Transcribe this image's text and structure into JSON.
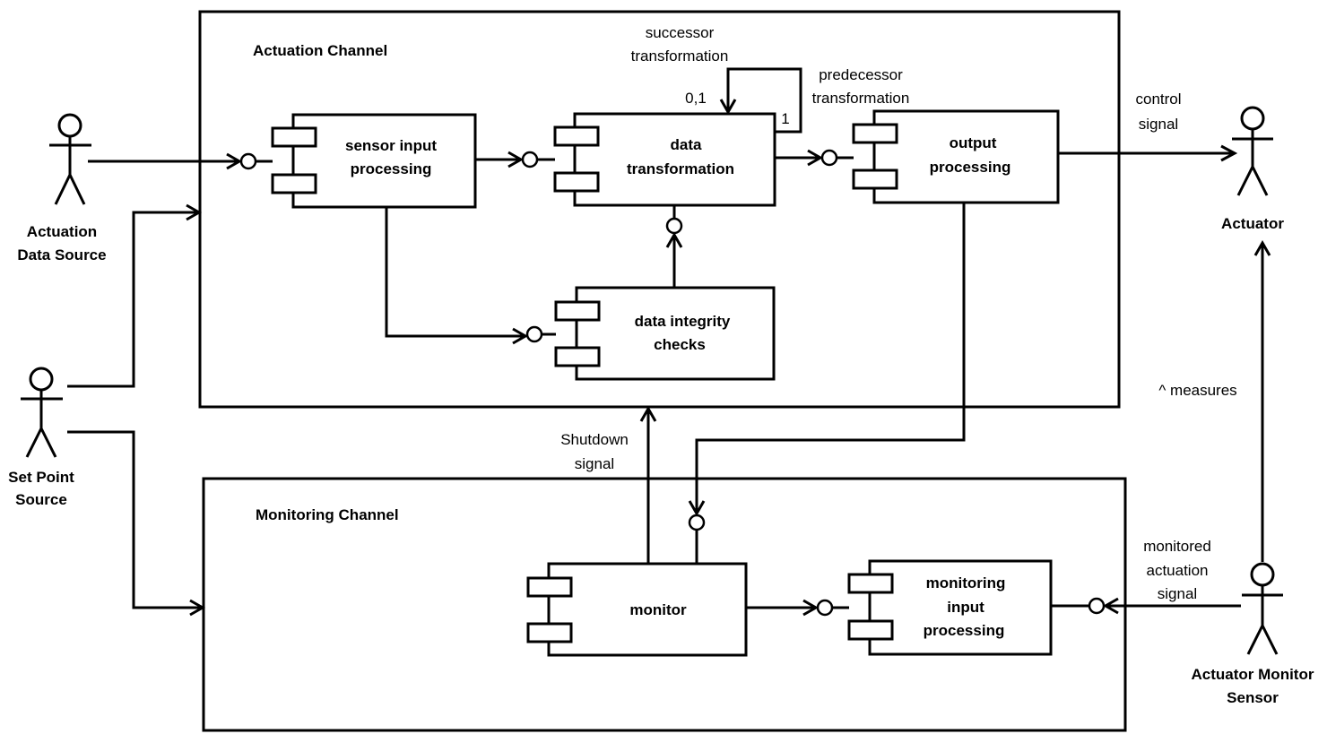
{
  "channels": {
    "actuation": "Actuation Channel",
    "monitoring": "Monitoring Channel"
  },
  "actors": {
    "actuation_data_source": [
      "Actuation",
      "Data Source"
    ],
    "set_point_source": [
      "Set Point",
      "Source"
    ],
    "actuator": "Actuator",
    "actuator_monitor_sensor": [
      "Actuator Monitor",
      "Sensor"
    ]
  },
  "components": {
    "sensor_input": [
      "sensor input",
      "processing"
    ],
    "data_transformation": [
      "data",
      "transformation"
    ],
    "output_processing": [
      "output",
      "processing"
    ],
    "data_integrity": [
      "data integrity",
      "checks"
    ],
    "monitor": "monitor",
    "monitoring_input": [
      "monitoring",
      "input",
      "processing"
    ]
  },
  "labels": {
    "successor": [
      "successor",
      "transformation"
    ],
    "predecessor": [
      "predecessor",
      "transformation"
    ],
    "mult_0_1": "0,1",
    "mult_1": "1",
    "control_signal": [
      "control",
      "signal"
    ],
    "measures": "^ measures",
    "shutdown_signal": [
      "Shutdown",
      "signal"
    ],
    "monitored_signal": [
      "monitored",
      "actuation",
      "signal"
    ]
  }
}
